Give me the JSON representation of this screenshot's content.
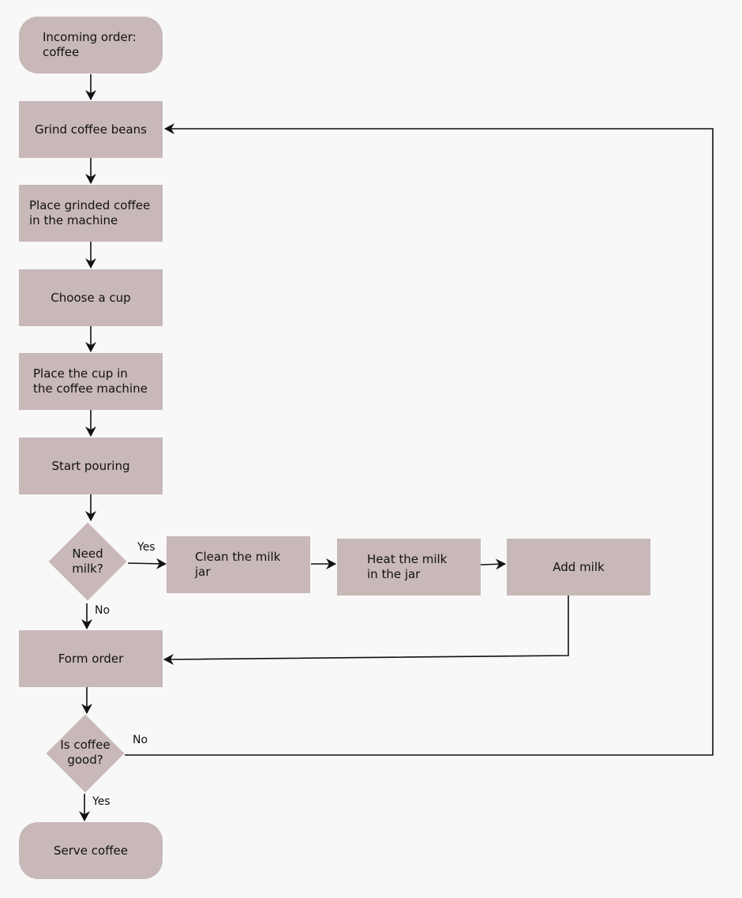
{
  "colors": {
    "node_fill": "#c8b8b8",
    "edge": "#111111",
    "background": "#f8f8f8"
  },
  "nodes": {
    "start": "Incoming order:\ncoffee",
    "grind": "Grind coffee beans",
    "place_coffee": "Place grinded coffee\nin the machine",
    "choose_cup": "Choose a cup",
    "place_cup": "Place the cup in\nthe coffee machine",
    "start_pouring": "Start pouring",
    "need_milk": "Need\nmilk?",
    "clean_jar": "Clean the milk\njar",
    "heat_milk": "Heat the milk\nin the jar",
    "add_milk": "Add milk",
    "form_order": "Form order",
    "coffee_good": "Is coffee\ngood?",
    "serve": "Serve coffee"
  },
  "edge_labels": {
    "milk_yes": "Yes",
    "milk_no": "No",
    "good_no": "No",
    "good_yes": "Yes"
  }
}
